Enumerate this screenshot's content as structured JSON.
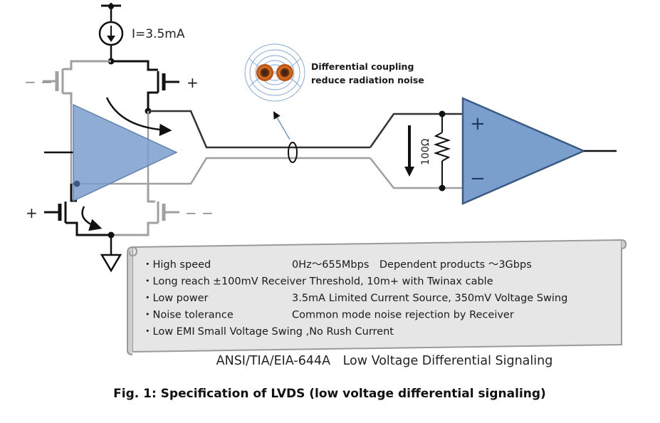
{
  "current_source": {
    "label": "I=3.5mA"
  },
  "driver": {
    "top_left_sign": "− −",
    "top_right_sign": "+",
    "bottom_left_sign": "+",
    "bottom_right_sign": "− −"
  },
  "coupling_note": {
    "line1": "Differential coupling",
    "line2": "reduce radiation noise"
  },
  "receiver": {
    "plus": "+",
    "minus": "−",
    "resistor": "100Ω"
  },
  "specs": [
    {
      "bullet": "・",
      "name": "High speed",
      "desc": "0Hz〜655Mbps　Dependent products 〜3Gbps"
    },
    {
      "bullet": "・",
      "name": "Long reach",
      "desc": "±100mV Receiver Threshold, 10m+ with Twinax cable"
    },
    {
      "bullet": "・",
      "name": "Low  power",
      "desc": "3.5mA Limited Current Source, 350mV Voltage Swing"
    },
    {
      "bullet": "・",
      "name": "Noise tolerance",
      "desc": "Common mode noise rejection by Receiver"
    },
    {
      "bullet": "・",
      "name": "Low EMI",
      "desc": "Small Voltage Swing ,No Rush Current"
    }
  ],
  "standard_caption": "ANSI/TIA/EIA-644A　Low Voltage Differential Signaling",
  "figure_caption": "Fig. 1: Specification of LVDS (low voltage differential signaling)",
  "colors": {
    "triangle_fill": "#7b9fcd",
    "triangle_stroke": "#3a5a85",
    "scroll_fill": "#e6e6e6",
    "field_line": "#6f9bd0",
    "copper": "#d2641e"
  }
}
